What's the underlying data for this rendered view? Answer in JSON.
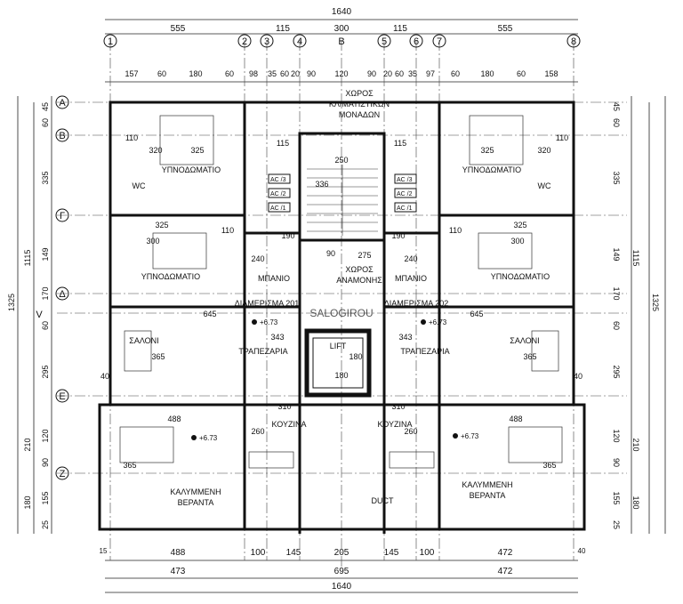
{
  "dims": {
    "total_top": "1640",
    "total_bottom": "1640",
    "top_row": [
      "555",
      "115",
      "300",
      "115",
      "555"
    ],
    "second_row": [
      "157",
      "60",
      "180",
      "60",
      "98",
      "35",
      "60",
      "20",
      "90",
      "120",
      "90",
      "20",
      "60",
      "35",
      "97",
      "60",
      "180",
      "60",
      "158"
    ],
    "bottom_row1": [
      "488",
      "100",
      "145",
      "205",
      "145",
      "100",
      "472"
    ],
    "bottom_row2": [
      "473",
      "695",
      "472"
    ],
    "bottom_small": [
      "15",
      "40"
    ],
    "left_outer": [
      "1115",
      "1325"
    ],
    "left_inner": [
      "60",
      "45",
      "335",
      "149",
      "170",
      "60",
      "295",
      "210",
      "120",
      "90",
      "155",
      "180",
      "25"
    ],
    "right_outer": [
      "1115",
      "1325"
    ],
    "right_inner": [
      "60",
      "45",
      "335",
      "149",
      "170",
      "60",
      "295",
      "210",
      "120",
      "90",
      "155",
      "180",
      "25"
    ]
  },
  "grid": {
    "cols": [
      "1",
      "2",
      "3",
      "4",
      "5",
      "6",
      "7",
      "8"
    ],
    "col_b": "B",
    "rows": [
      "A",
      "B",
      "Γ",
      "Δ",
      "V",
      "E",
      "Z"
    ]
  },
  "rooms": {
    "storage": [
      "ΧΩΡΟΣ",
      "ΚΛΙΜΑΤΙΣΤΙΚΩΝ",
      "ΜΟΝΑΔΩΝ"
    ],
    "bed1_left": "ΥΠΝΟΔΩΜΑΤΙΟ",
    "bed2_left": "ΥΠΝΟΔΩΜΑΤΙΟ",
    "bed1_right": "ΥΠΝΟΔΩΜΑΤΙΟ",
    "bed2_right": "ΥΠΝΟΔΩΜΑΤΙΟ",
    "bath_left": "ΜΠΑΝΙΟ",
    "bath_right": "ΜΠΑΝΙΟ",
    "lobby": [
      "ΧΩΡΟΣ",
      "ΑΝΑΜΟΝΗΣ"
    ],
    "apt_left": "ΔΙΑΜΕΡΙΣΜΑ 201",
    "apt_right": "ΔΙΑΜΕΡΙΣΜΑ 202",
    "living_left": "ΣΑΛΟΝΙ",
    "living_right": "ΣΑΛΟΝΙ",
    "dining_left": "ΤΡΑΠΕΖΑΡΙΑ",
    "dining_right": "ΤΡΑΠΕΖΑΡΙΑ",
    "lift": "LIFT",
    "kitchen_left": "ΚΟΥΖΙΝΑ",
    "kitchen_right": "ΚΟΥΖΙΝΑ",
    "veranda_left": [
      "ΚΑΛΥΜΜΕΝΗ",
      "ΒΕΡΑΝΤΑ"
    ],
    "veranda_right": [
      "ΚΑΛΥΜΜΕΝΗ",
      "ΒΕΡΑΝΤΑ"
    ],
    "duct": "DUCT",
    "wc_left": "WC",
    "wc_right": "WC"
  },
  "room_dims": {
    "bed1_w": "325",
    "bed1_d": "320",
    "bath_small": "110",
    "bed2_w": "325",
    "bed2_d": "300",
    "bath_w": "110",
    "bath_d": "240",
    "bath_h": "190",
    "stair_w": "250",
    "stair_d": "336",
    "living_w": "645",
    "living_d": "365",
    "dining_d": "343",
    "lift_w": "180",
    "lift_d": "180",
    "kitchen_w": "310",
    "kitchen_d": "260",
    "veranda_w": "488",
    "veranda_w_r": "488",
    "veranda_d": "365",
    "wall_40": "40",
    "lobby_w": "90",
    "lobby_d": "275",
    "n115": "115"
  },
  "levels": [
    "+6.73",
    "+6.73",
    "+6.73",
    "+6.73"
  ],
  "ac_units": [
    "AC /3",
    "AC /2",
    "AC /1"
  ],
  "watermark": "SALOGIROU"
}
